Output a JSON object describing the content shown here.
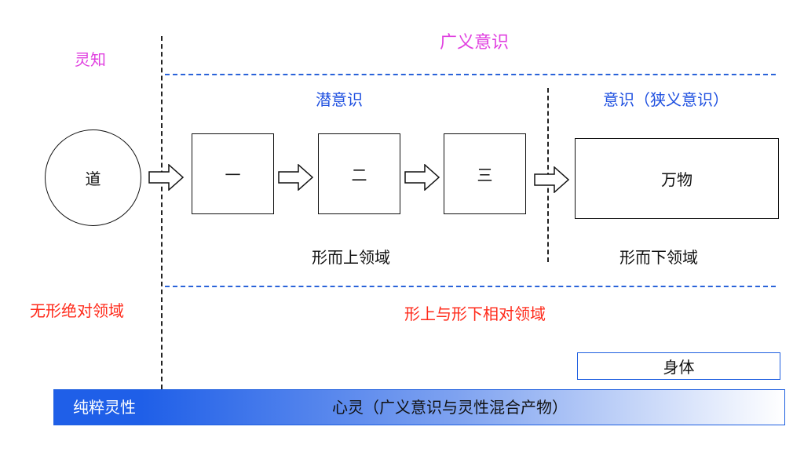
{
  "labels": {
    "broad_consciousness": "广义意识",
    "lingzhi": "灵知",
    "subconscious": "潜意识",
    "narrow_consciousness": "意识（狭义意识）",
    "metaphysical_domain": "形而上领域",
    "physical_domain": "形而下领域",
    "formless_absolute_domain": "无形绝对领域",
    "relative_domain": "形上与形下相对领域"
  },
  "nodes": {
    "dao": "道",
    "one": "一",
    "two": "二",
    "three": "三",
    "wanwu": "万物"
  },
  "bars": {
    "body": "身体",
    "pure_spirit": "纯粹灵性",
    "mind": "心灵（广义意识与灵性混合产物）"
  },
  "colors": {
    "magenta": "#e040e0",
    "blue": "#1f50e0",
    "red": "#ff2a1a",
    "dash_blue": "#2a63d9",
    "gradient_start": "#1f5fe8"
  }
}
